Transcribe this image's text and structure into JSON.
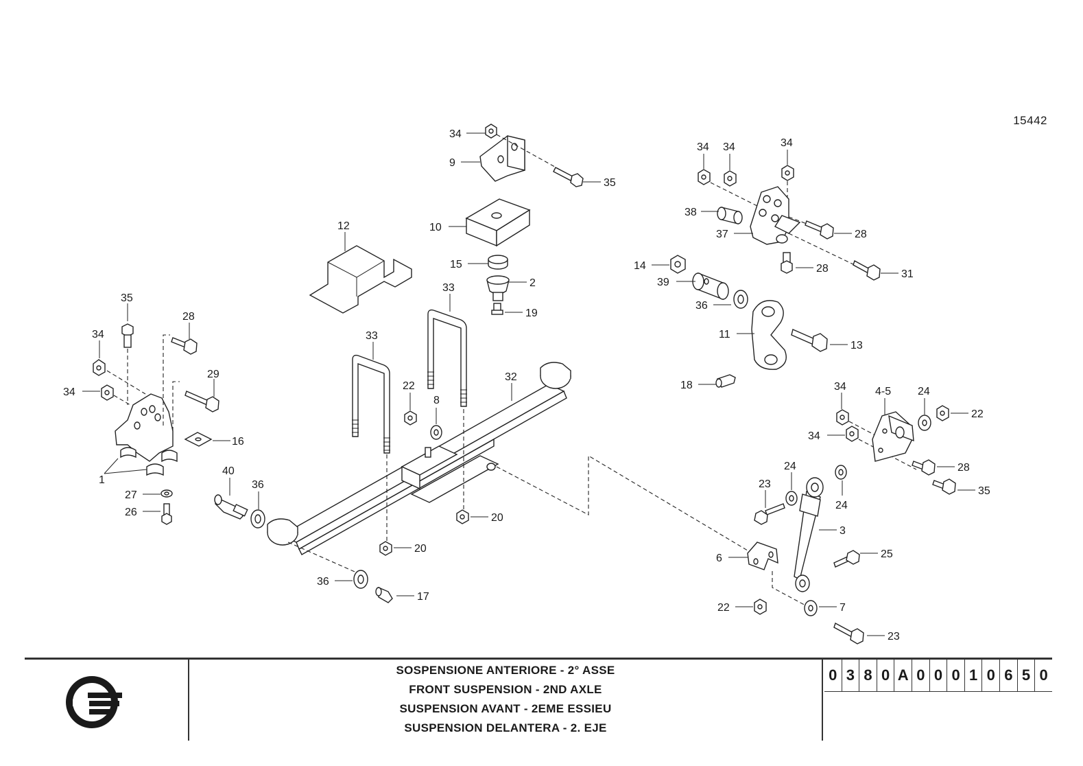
{
  "drawing_number": "15442",
  "title_lines": [
    "SOSPENSIONE ANTERIORE - 2° ASSE",
    "FRONT SUSPENSION - 2ND AXLE",
    "SUSPENSION AVANT - 2EME ESSIEU",
    "SUSPENSION DELANTERA - 2. EJE"
  ],
  "document_code": "0380A00010650",
  "callouts": {
    "c1": "1",
    "c2": "2",
    "c3": "3",
    "c45": "4-5",
    "c6": "6",
    "c7": "7",
    "c8": "8",
    "c9": "9",
    "c10": "10",
    "c11": "11",
    "c12": "12",
    "c13": "13",
    "c14": "14",
    "c15": "15",
    "c16": "16",
    "c17": "17",
    "c18": "18",
    "c19": "19",
    "c20": "20",
    "c22": "22",
    "c23": "23",
    "c24": "24",
    "c25": "25",
    "c26": "26",
    "c27": "27",
    "c28": "28",
    "c29": "29",
    "c31": "31",
    "c32": "32",
    "c33": "33",
    "c34": "34",
    "c35": "35",
    "c36": "36",
    "c37": "37",
    "c38": "38",
    "c39": "39",
    "c40": "40"
  },
  "logo_icon": "company-logo-icon"
}
